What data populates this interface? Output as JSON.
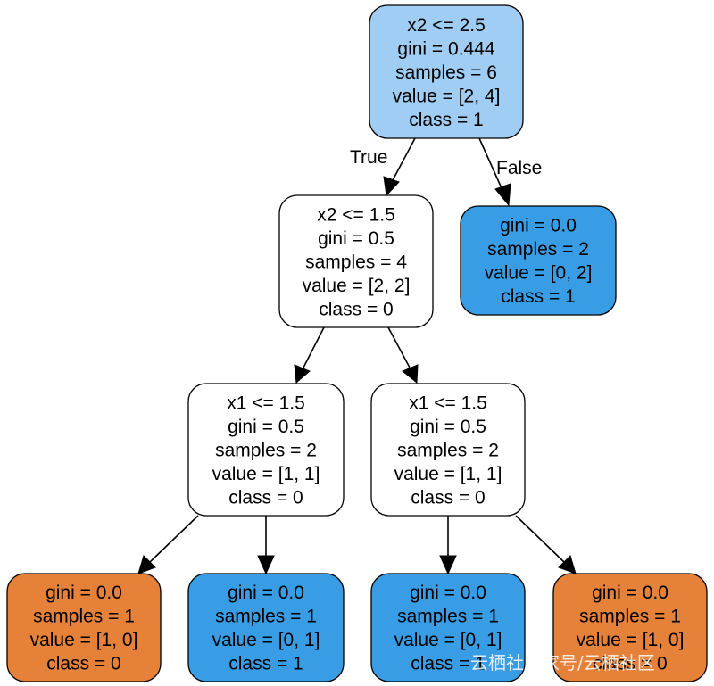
{
  "colors": {
    "light_blue": "#9fcdf3",
    "white": "#ffffff",
    "blue": "#399de5",
    "orange": "#e58139"
  },
  "nodes": {
    "root": {
      "lines": [
        "x2 <= 2.5",
        "gini = 0.444",
        "samples = 6",
        "value = [2, 4]",
        "class = 1"
      ]
    },
    "n1": {
      "lines": [
        "x2 <= 1.5",
        "gini = 0.5",
        "samples = 4",
        "value = [2, 2]",
        "class = 0"
      ]
    },
    "n2": {
      "lines": [
        "gini = 0.0",
        "samples = 2",
        "value = [0, 2]",
        "class = 1"
      ]
    },
    "n3": {
      "lines": [
        "x1 <= 1.5",
        "gini = 0.5",
        "samples = 2",
        "value = [1, 1]",
        "class = 0"
      ]
    },
    "n4": {
      "lines": [
        "x1 <= 1.5",
        "gini = 0.5",
        "samples = 2",
        "value = [1, 1]",
        "class = 0"
      ]
    },
    "n5": {
      "lines": [
        "gini = 0.0",
        "samples = 1",
        "value = [1, 0]",
        "class = 0"
      ]
    },
    "n6": {
      "lines": [
        "gini = 0.0",
        "samples = 1",
        "value = [0, 1]",
        "class = 1"
      ]
    },
    "n7": {
      "lines": [
        "gini = 0.0",
        "samples = 1",
        "value = [0, 1]",
        "class = 1"
      ]
    },
    "n8": {
      "lines": [
        "gini = 0.0",
        "samples = 1",
        "value = [1, 0]",
        "class = 0"
      ]
    }
  },
  "edge_labels": {
    "true": "True",
    "false": "False"
  },
  "watermark": "云栖社区家号/云栖社区"
}
